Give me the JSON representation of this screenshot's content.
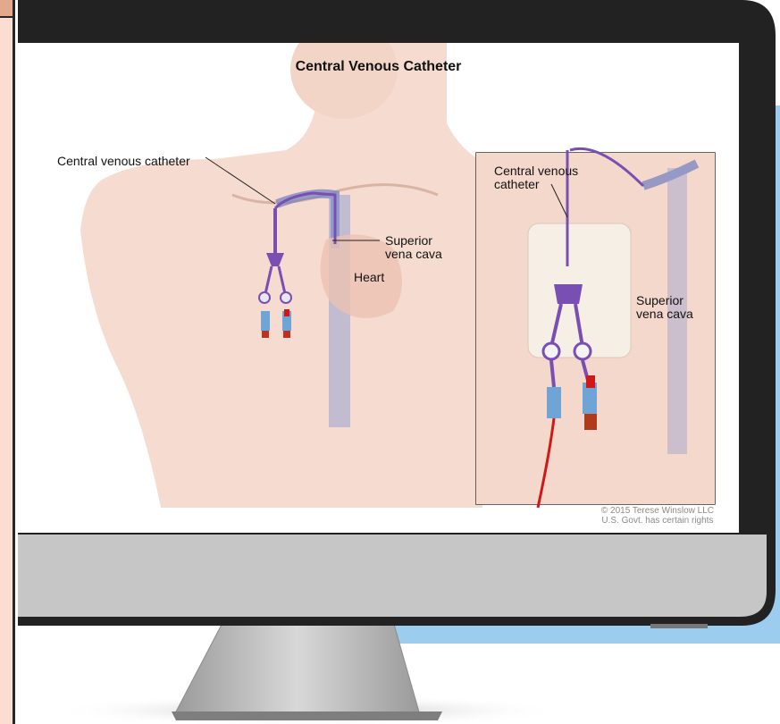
{
  "illustration": {
    "title": "Central Venous Catheter",
    "labels": {
      "main_catheter": "Central venous catheter",
      "main_svc_line1": "Superior",
      "main_svc_line2": "vena cava",
      "heart": "Heart",
      "inset_catheter_line1": "Central venous",
      "inset_catheter_line2": "catheter",
      "inset_svc_line1": "Superior",
      "inset_svc_line2": "vena cava"
    },
    "credit_line1": "© 2015 Terese Winslow LLC",
    "credit_line2": "U.S. Govt. has certain rights"
  },
  "colors": {
    "left_panel": "#fbded2",
    "background_accent": "#9ccdef",
    "monitor_bezel": "#222222",
    "monitor_chin": "#c6c6c6",
    "catheter": "#7a4fb3",
    "vein": "#6f7fbf"
  }
}
